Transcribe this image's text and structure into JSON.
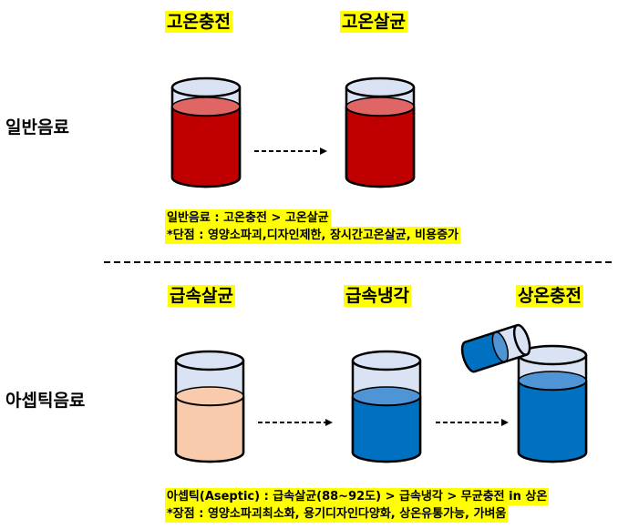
{
  "general": {
    "row_label": "일반음료",
    "step1": "고온충전",
    "step2": "고온살균",
    "note_line1": "일반음료 : 고온충전 > 고온살균",
    "note_line2": "*단점 : 영양소파괴,디자인제한, 장시간고온살균, 비용증가"
  },
  "aseptic": {
    "row_label": "아셉틱음료",
    "step1": "급속살균",
    "step2": "급속냉각",
    "step3": "상온충전",
    "note_line1": "아셉틱(Aseptic) : 급속살균(88~92도) > 급속냉각 > 무균충전 in 상온",
    "note_line2": "*장점 : 영양소파괴최소화, 용기디자인다양화, 상온유통가능, 가벼움"
  },
  "colors": {
    "red_liquid": "#c00000",
    "red_surface": "#e06666",
    "peach_liquid": "#f8cbad",
    "blue_liquid": "#0070c0",
    "blue_surface": "#4f94d4",
    "glass": "#dae3f3",
    "highlight": "#ffff00"
  }
}
